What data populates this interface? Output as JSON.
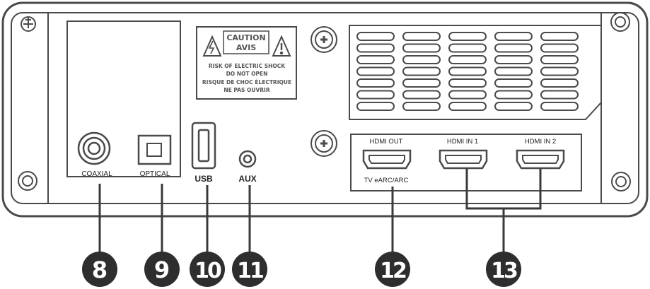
{
  "ports": {
    "coaxial": "COAXIAL",
    "optical": "OPTICAL",
    "usb": "USB",
    "aux": "AUX",
    "hdmi_out": "HDMI OUT",
    "hdmi_in_1": "HDMI IN 1",
    "hdmi_in_2": "HDMI IN 2",
    "tv_earc": "TV eARC/ARC"
  },
  "caution": {
    "title_1": "CAUTION",
    "title_2": "AVIS",
    "line_1": "RISK OF ELECTRIC SHOCK",
    "line_2": "DO NOT OPEN",
    "line_3": "RISQUE DE CHOC ÉLECTRIQUE",
    "line_4": "NE PAS OUVRIR"
  },
  "callouts": {
    "c8": "8",
    "c9": "9",
    "c10": "10",
    "c11": "11",
    "c12": "12",
    "c13": "13"
  }
}
